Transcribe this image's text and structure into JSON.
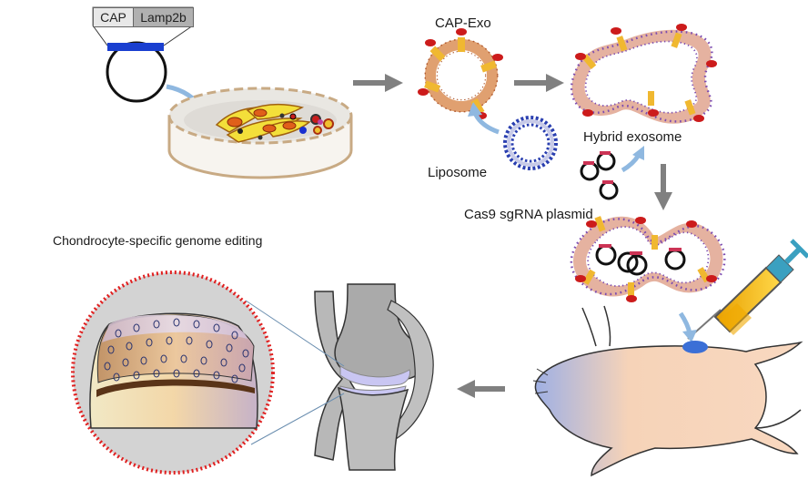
{
  "labels": {
    "cap": "CAP",
    "lamp2b": "Lamp2b",
    "cap_exo": "CAP-Exo",
    "hybrid_exosome": "Hybrid exosome",
    "liposome": "Liposome",
    "cas9_plasmid": "Cas9 sgRNA plasmid",
    "genome_editing": "Chondrocyte-specific genome editing"
  },
  "colors": {
    "arrow_gray": "#808080",
    "arrow_blue": "#8fb8e0",
    "plasmid_blue": "#1a3fd0",
    "dish_tan": "#c8aa84",
    "membrane_orange": "#e0a070",
    "liposome_blue": "#2a3fb0",
    "cap_red": "#cc1b1b",
    "lamp2b_yellow": "#f0b830",
    "hybrid_dots_purple": "#7c4cb0",
    "mouse_peach": "#f6d3b8",
    "mouse_blue": "#a9b8e6",
    "cartilage_lavender": "#c9c6f2",
    "zoom_red": "#e02020"
  }
}
